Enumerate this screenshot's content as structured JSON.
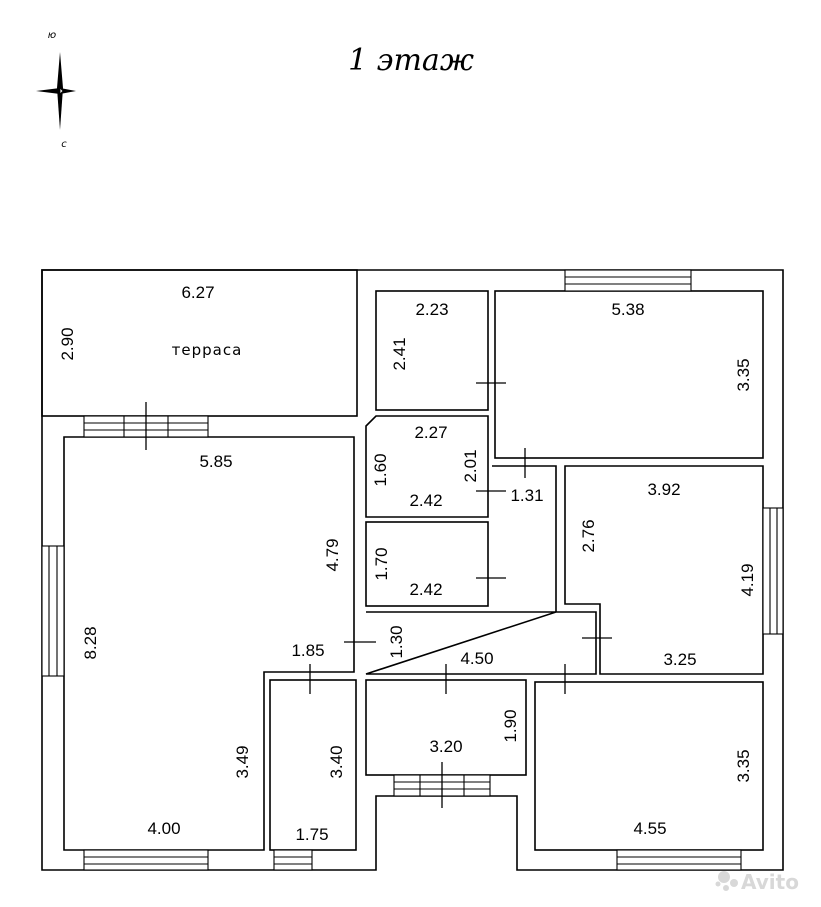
{
  "title": "1 этаж",
  "compass": {
    "top_label": "ю",
    "bottom_label": "с"
  },
  "terrace": {
    "name": "терраса",
    "width": "6.27",
    "depth": "2.90"
  },
  "rooms": {
    "living": {
      "top": "5.85",
      "right_upper": "4.79",
      "left": "8.28",
      "right_lower": "3.49",
      "bottom": "4.00",
      "passage": "1.85"
    },
    "small_top": {
      "width": "2.23",
      "height": "2.41"
    },
    "bedroom_top": {
      "width": "5.38",
      "height": "3.35"
    },
    "bath_upper": {
      "top": "2.27",
      "left": "1.60",
      "right": "2.01",
      "bottom": "2.42"
    },
    "bath_lower": {
      "height": "1.70",
      "width": "2.42"
    },
    "hall": {
      "top_opening": "1.31",
      "height": "1.30",
      "length": "4.50"
    },
    "bedroom_mid": {
      "top": "3.92",
      "left": "2.76",
      "right": "4.19",
      "bottom": "3.25"
    },
    "pantry": {
      "height": "3.40",
      "width": "1.75"
    },
    "vestibule": {
      "width": "3.20",
      "depth": "1.90"
    },
    "bedroom_bottom": {
      "height": "3.35",
      "width": "4.55"
    }
  },
  "watermark": "Avito",
  "colors": {
    "line": "#000000",
    "background": "#ffffff",
    "watermark": "#d8d8d8"
  }
}
